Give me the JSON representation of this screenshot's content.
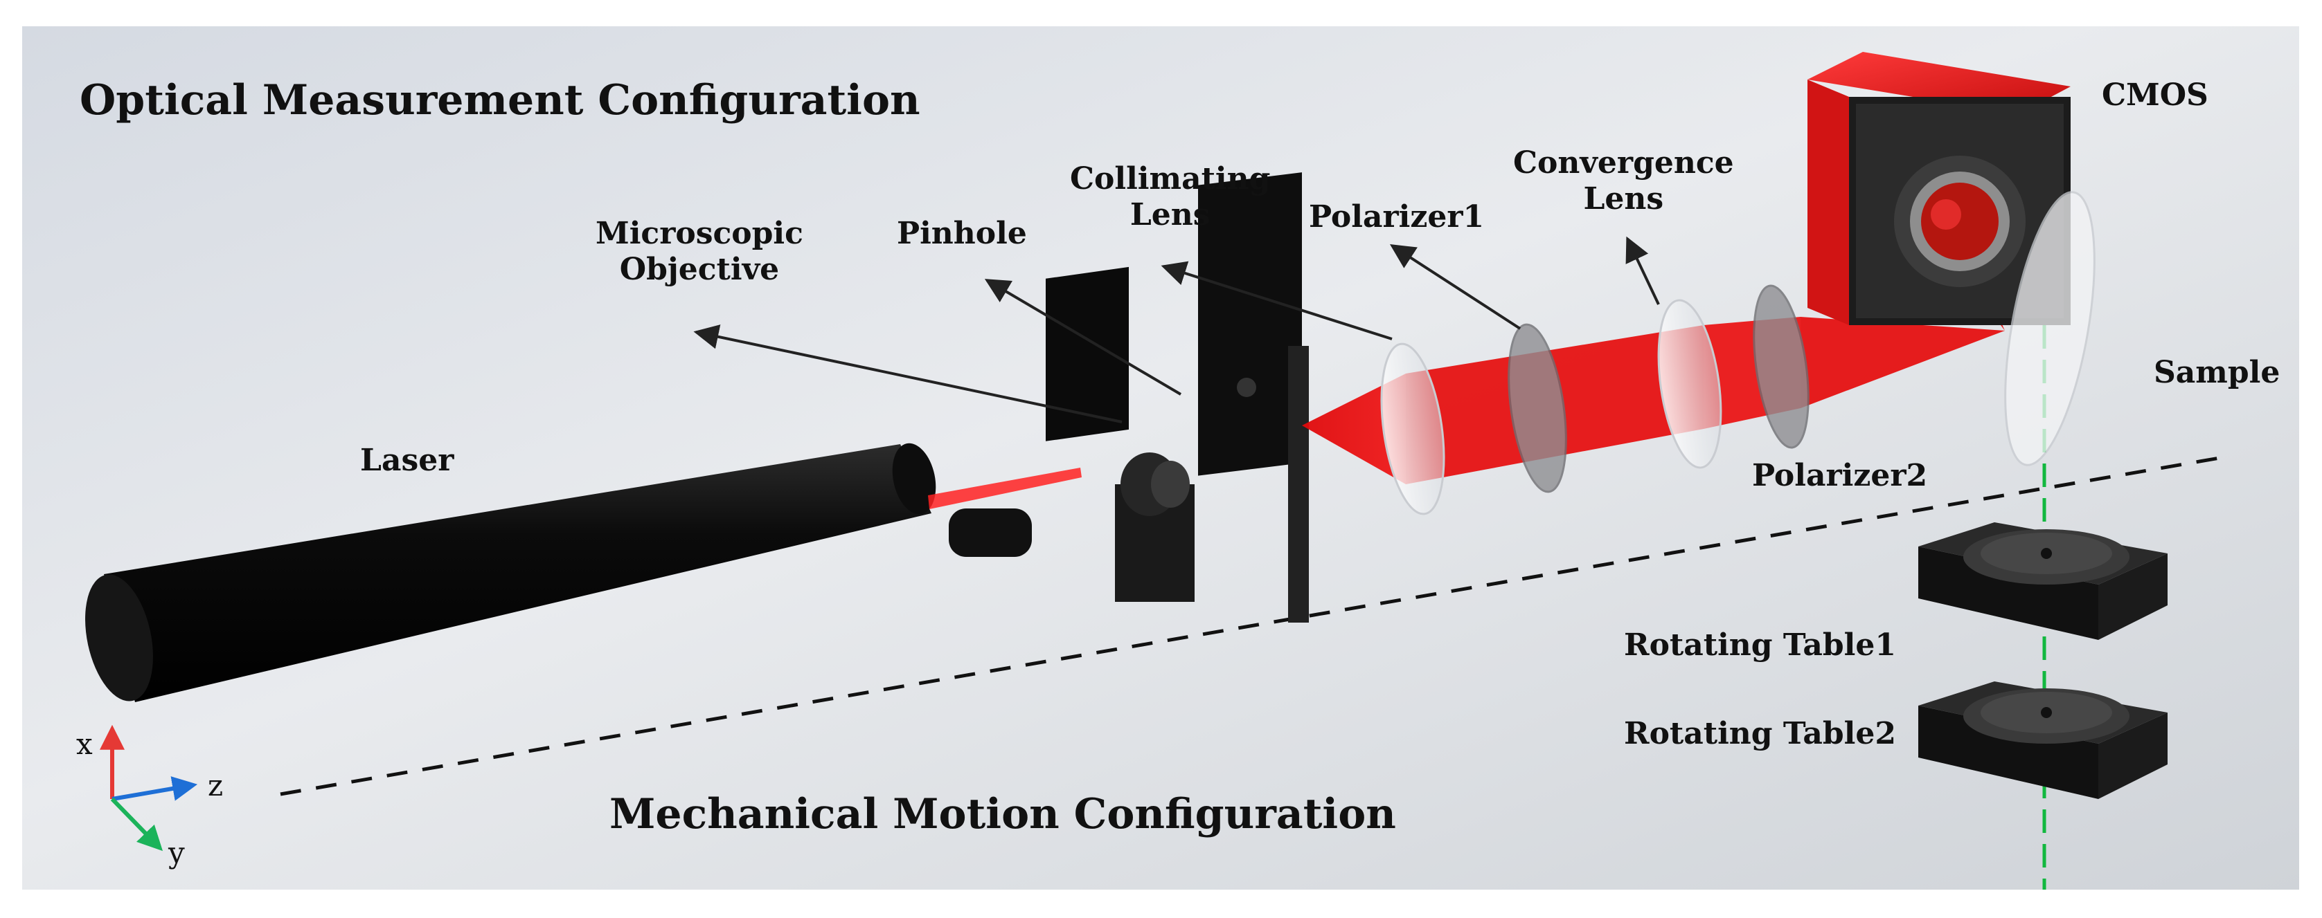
{
  "titles": {
    "optical": "Optical Measurement Configuration",
    "mechanical": "Mechanical Motion Configuration"
  },
  "components": {
    "laser": "Laser",
    "microscopic_objective": [
      "Microscopic",
      "Objective"
    ],
    "pinhole": "Pinhole",
    "collimating_lens": [
      "Collimating",
      "Lens"
    ],
    "polarizer1": "Polarizer1",
    "convergence_lens": [
      "Convergence",
      "Lens"
    ],
    "polarizer2": "Polarizer2",
    "cmos": "CMOS",
    "sample": "Sample",
    "rotating_table1": "Rotating Table1",
    "rotating_table2": "Rotating Table2"
  },
  "axes": {
    "x": "x",
    "y": "y",
    "z": "z"
  },
  "colors": {
    "beam": "#e3080a",
    "camera_body": "#e11b1b",
    "axis_x": "#e53935",
    "axis_y": "#1bb35a",
    "axis_z": "#1e6fd6",
    "rotation_axis": "#12b83f"
  }
}
